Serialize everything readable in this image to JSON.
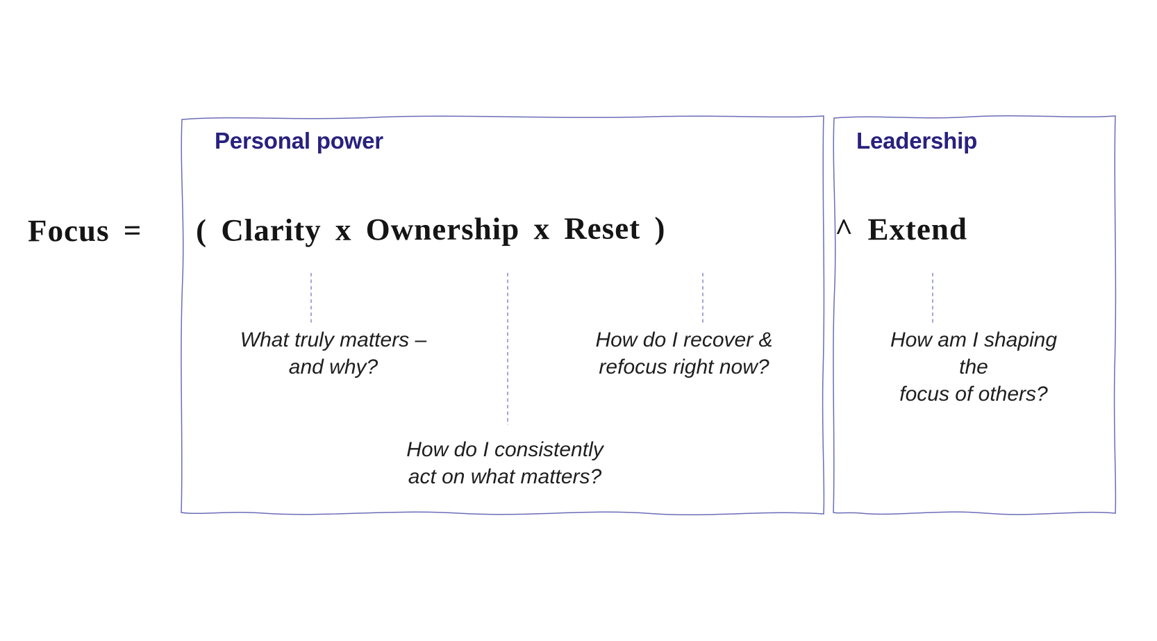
{
  "diagram": {
    "formula": {
      "lhs": "Focus =",
      "personal_expr": "( Clarity x Ownership x Reset )",
      "leadership_expr": "^ Extend"
    },
    "sections": [
      {
        "title": "Personal power",
        "terms": [
          "Clarity",
          "Ownership",
          "Reset"
        ]
      },
      {
        "title": "Leadership",
        "terms": [
          "Extend"
        ]
      }
    ],
    "terms": [
      {
        "term": "Clarity",
        "section": "Personal power",
        "question": "What truly matters –\nand why?"
      },
      {
        "term": "Ownership",
        "section": "Personal power",
        "question": "How do I consistently\nact on what matters?"
      },
      {
        "term": "Reset",
        "section": "Personal power",
        "question": "How do I recover &\nrefocus right now?"
      },
      {
        "term": "Extend",
        "section": "Leadership",
        "question": "How am I shaping the\nfocus of others?"
      }
    ],
    "colors": {
      "heading": "#29217e",
      "box_border": "#6b6cb8",
      "dashed_line": "#7376c4",
      "formula_text": "#151515",
      "annotation_text": "#1e1e1e",
      "background": "#ffffff"
    }
  }
}
